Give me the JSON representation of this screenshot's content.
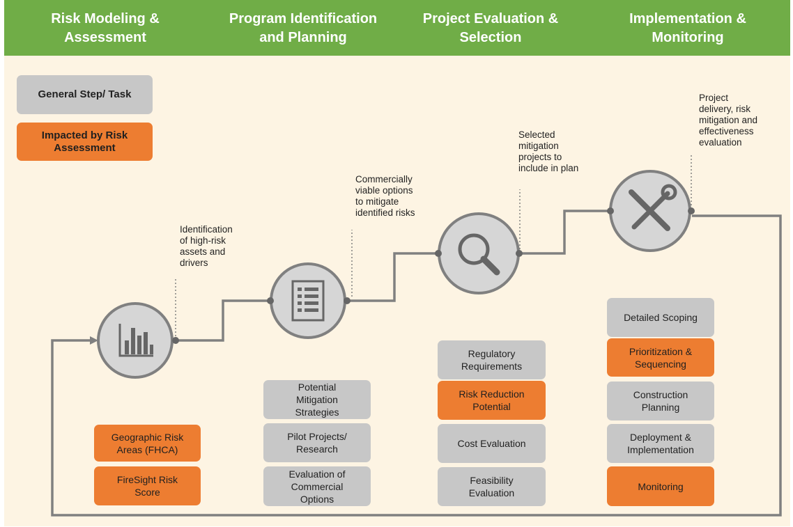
{
  "header": {
    "phases": [
      "Risk Modeling &\nAssessment",
      "Program Identification\nand Planning",
      "Project Evaluation &\nSelection",
      "Implementation &\nMonitoring"
    ]
  },
  "legend": {
    "general": "General Step/ Task",
    "impacted": "Impacted by Risk\nAssessment"
  },
  "annotations": {
    "a1": "Identification\nof high-risk\nassets and\ndrivers",
    "a2": "Commercially\nviable options\nto mitigate\nidentified risks",
    "a3": "Selected\nmitigation\nprojects to\ninclude in plan",
    "a4": "Project\ndelivery, risk\nmitigation and\neffectiveness\nevaluation"
  },
  "icons": [
    "bar-chart-icon",
    "checklist-icon",
    "magnifier-icon",
    "tools-icon"
  ],
  "columns": {
    "risk_modeling": [
      {
        "label": "Geographic Risk\nAreas (FHCA)",
        "type": "impacted"
      },
      {
        "label": "FireSight Risk\nScore",
        "type": "impacted"
      }
    ],
    "program": [
      {
        "label": "Potential\nMitigation\nStrategies",
        "type": "general"
      },
      {
        "label": "Pilot Projects/\nResearch",
        "type": "general"
      },
      {
        "label": "Evaluation of\nCommercial\nOptions",
        "type": "general"
      }
    ],
    "project_eval": [
      {
        "label": "Regulatory\nRequirements",
        "type": "general"
      },
      {
        "label": "Risk Reduction\nPotential",
        "type": "impacted"
      },
      {
        "label": "Cost Evaluation",
        "type": "general"
      },
      {
        "label": "Feasibility\nEvaluation",
        "type": "general"
      }
    ],
    "implementation": [
      {
        "label": "Detailed Scoping",
        "type": "general"
      },
      {
        "label": "Prioritization &\nSequencing",
        "type": "impacted"
      },
      {
        "label": "Construction\nPlanning",
        "type": "general"
      },
      {
        "label": "Deployment &\nImplementation",
        "type": "general"
      },
      {
        "label": "Monitoring",
        "type": "impacted"
      }
    ]
  },
  "colors": {
    "header": "#70ad47",
    "general": "#c7c7c7",
    "impacted": "#ed7d31",
    "line": "#808080",
    "background": "#fdf4e3"
  }
}
